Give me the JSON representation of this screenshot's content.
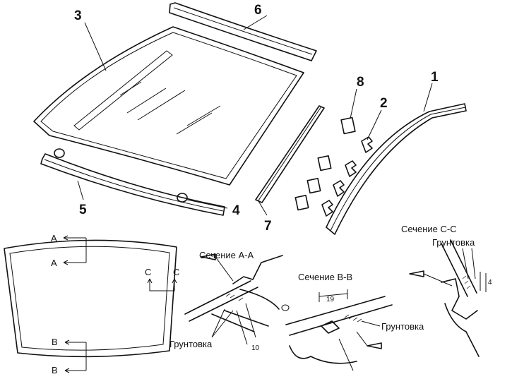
{
  "callouts": {
    "c1": "1",
    "c2": "2",
    "c3": "3",
    "c4": "4",
    "c5": "5",
    "c6": "6",
    "c7": "7",
    "c8": "8"
  },
  "overview": {
    "mark_a_top": "A",
    "mark_a_bottom": "A",
    "mark_b_top": "B",
    "mark_b_bottom": "B",
    "mark_c_left": "C",
    "mark_c_right": "C"
  },
  "section_a": {
    "title": "Сечение А-А",
    "primer_label": "Грунтовка",
    "dimension": "10"
  },
  "section_b": {
    "title": "Сечение В-В",
    "primer_label": "Грунтовка",
    "dimension": "19"
  },
  "section_c": {
    "title": "Сечение С-С",
    "primer_label": "Грунтовка",
    "dimension": "4"
  }
}
